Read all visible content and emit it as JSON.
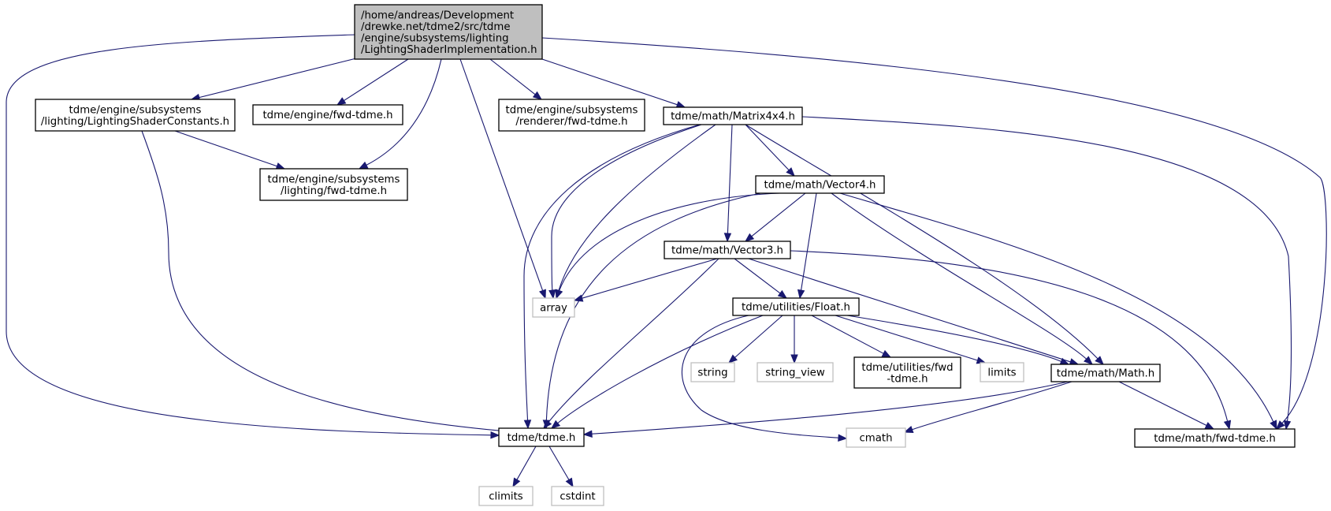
{
  "diagram": {
    "type": "include-dependency-graph",
    "colors": {
      "edge": "#191970",
      "root_fill": "#bfbfbf",
      "node_border": "#000000",
      "system_border": "#bfbfbf",
      "background": "#ffffff"
    },
    "nodes": [
      {
        "id": "root",
        "lines": [
          "/home/andreas/Development",
          "/drewke.net/tdme2/src/tdme",
          "/engine/subsystems/lighting",
          "/LightingShaderImplementation.h"
        ],
        "kind": "root"
      },
      {
        "id": "lsc",
        "lines": [
          "tdme/engine/subsystems",
          "/lighting/LightingShaderConstants.h"
        ],
        "kind": "header"
      },
      {
        "id": "efwd",
        "lines": [
          "tdme/engine/fwd-tdme.h"
        ],
        "kind": "header"
      },
      {
        "id": "rfwd",
        "lines": [
          "tdme/engine/subsystems",
          "/renderer/fwd-tdme.h"
        ],
        "kind": "header"
      },
      {
        "id": "mat",
        "lines": [
          "tdme/math/Matrix4x4.h"
        ],
        "kind": "header"
      },
      {
        "id": "lfwd",
        "lines": [
          "tdme/engine/subsystems",
          "/lighting/fwd-tdme.h"
        ],
        "kind": "header"
      },
      {
        "id": "v4",
        "lines": [
          "tdme/math/Vector4.h"
        ],
        "kind": "header"
      },
      {
        "id": "v3",
        "lines": [
          "tdme/math/Vector3.h"
        ],
        "kind": "header"
      },
      {
        "id": "arr",
        "lines": [
          "array"
        ],
        "kind": "system"
      },
      {
        "id": "flt",
        "lines": [
          "tdme/utilities/Float.h"
        ],
        "kind": "header"
      },
      {
        "id": "str",
        "lines": [
          "string"
        ],
        "kind": "system"
      },
      {
        "id": "sv",
        "lines": [
          "string_view"
        ],
        "kind": "system"
      },
      {
        "id": "ufwd",
        "lines": [
          "tdme/utilities/fwd",
          "-tdme.h"
        ],
        "kind": "header"
      },
      {
        "id": "lim",
        "lines": [
          "limits"
        ],
        "kind": "system"
      },
      {
        "id": "math",
        "lines": [
          "tdme/math/Math.h"
        ],
        "kind": "header"
      },
      {
        "id": "tdme",
        "lines": [
          "tdme/tdme.h"
        ],
        "kind": "header"
      },
      {
        "id": "cmath",
        "lines": [
          "cmath"
        ],
        "kind": "system"
      },
      {
        "id": "mfwd",
        "lines": [
          "tdme/math/fwd-tdme.h"
        ],
        "kind": "header"
      },
      {
        "id": "climits",
        "lines": [
          "climits"
        ],
        "kind": "system"
      },
      {
        "id": "cstdint",
        "lines": [
          "cstdint"
        ],
        "kind": "system"
      }
    ],
    "edges": [
      {
        "from": "root",
        "to": "lsc"
      },
      {
        "from": "root",
        "to": "efwd"
      },
      {
        "from": "root",
        "to": "rfwd"
      },
      {
        "from": "root",
        "to": "mat"
      },
      {
        "from": "root",
        "to": "lfwd"
      },
      {
        "from": "root",
        "to": "arr"
      },
      {
        "from": "root",
        "to": "tdme"
      },
      {
        "from": "root",
        "to": "mfwd"
      },
      {
        "from": "lsc",
        "to": "lfwd"
      },
      {
        "from": "lsc",
        "to": "tdme"
      },
      {
        "from": "mat",
        "to": "v4"
      },
      {
        "from": "mat",
        "to": "v3"
      },
      {
        "from": "mat",
        "to": "arr"
      },
      {
        "from": "mat",
        "to": "arr"
      },
      {
        "from": "mat",
        "to": "tdme"
      },
      {
        "from": "mat",
        "to": "math"
      },
      {
        "from": "mat",
        "to": "mfwd"
      },
      {
        "from": "v4",
        "to": "v3"
      },
      {
        "from": "v4",
        "to": "arr"
      },
      {
        "from": "v4",
        "to": "tdme"
      },
      {
        "from": "v4",
        "to": "flt"
      },
      {
        "from": "v4",
        "to": "math"
      },
      {
        "from": "v4",
        "to": "mfwd"
      },
      {
        "from": "v3",
        "to": "arr"
      },
      {
        "from": "v3",
        "to": "flt"
      },
      {
        "from": "v3",
        "to": "tdme"
      },
      {
        "from": "v3",
        "to": "math"
      },
      {
        "from": "v3",
        "to": "mfwd"
      },
      {
        "from": "flt",
        "to": "str"
      },
      {
        "from": "flt",
        "to": "sv"
      },
      {
        "from": "flt",
        "to": "ufwd"
      },
      {
        "from": "flt",
        "to": "lim"
      },
      {
        "from": "flt",
        "to": "math"
      },
      {
        "from": "flt",
        "to": "tdme"
      },
      {
        "from": "flt",
        "to": "cmath"
      },
      {
        "from": "math",
        "to": "tdme"
      },
      {
        "from": "math",
        "to": "cmath"
      },
      {
        "from": "math",
        "to": "mfwd"
      },
      {
        "from": "tdme",
        "to": "climits"
      },
      {
        "from": "tdme",
        "to": "cstdint"
      }
    ]
  }
}
